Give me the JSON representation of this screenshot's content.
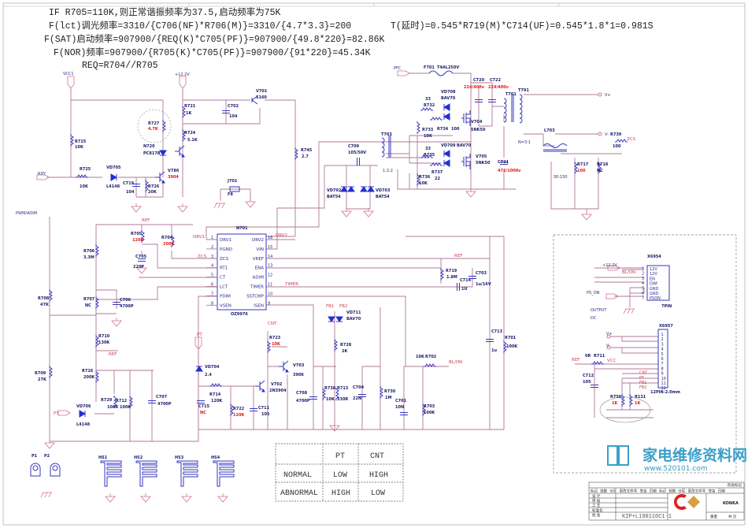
{
  "notes": {
    "line1": "IF R705=110K,则正常谐振频率为37.5,启动频率为75K",
    "line2": "F(lct)调光频率=3310/{C706(NF)*R706(M)}=3310/{4.7*3.3}=200",
    "line3": "F(SAT)启动频率=907900/{REQ(K)*C705(PF)}=907900/{49.8*220}=82.86K",
    "line4": "F(NOR)频率=907900/{R705(K)*C705(PF)}=907900/{91*220}=45.34K",
    "line5": "REQ=R704//R705",
    "delay": "T(延时)=0.545*R719(M)*C714(UF)=0.545*1.8*1=0.981S"
  },
  "nets": {
    "vcc1": "VCC1",
    "v12": "+12.2V",
    "rdy": "RDY",
    "pwm_adim": "PWM/ADIM",
    "pfc": "PFC",
    "vplus": "V+",
    "vminus": "V-",
    "zcs": "ZCS",
    "ref": "REF",
    "drv1": "DRV1",
    "drv2": "DRV2",
    "timer": "TIMER",
    "cnt": "CNT",
    "pt": "PT",
    "bl_on": "BL/ON",
    "fb1": "FB1",
    "fb2": "FB2",
    "ps_on": "PS_ON",
    "vcc": "VCC",
    "output_dc_1": "OUTPUT",
    "output_dc_2": "DC",
    "ratio": "N=3:1",
    "t703_ratio": "1:2:2",
    "l703_ratio": "30:150"
  },
  "components": {
    "R715": {
      "ref": "R715",
      "value": "10K"
    },
    "R725": {
      "ref": "R725",
      "value": "10K"
    },
    "VD705": {
      "ref": "VD705",
      "value": "L4148"
    },
    "C719": {
      "ref": "C719",
      "value": "104"
    },
    "R726": {
      "ref": "R726",
      "value": "20K"
    },
    "R727": {
      "ref": "R727",
      "value": "4.7K"
    },
    "N720": {
      "ref": "N720",
      "value": "PC817B"
    },
    "V786": {
      "ref": "V786",
      "value": "3904"
    },
    "R721": {
      "ref": "R721",
      "value": "1K"
    },
    "R724": {
      "ref": "R724",
      "value": "5.1K"
    },
    "C702": {
      "ref": "C702",
      "value": "104"
    },
    "V701": {
      "ref": "V701",
      "value": "5160"
    },
    "R745": {
      "ref": "R745",
      "value": "2.7"
    },
    "J701": {
      "ref": "J701",
      "value": "F8"
    },
    "N701": {
      "ref": "N701",
      "value": "OZ9976"
    },
    "R708": {
      "ref": "R708",
      "value": "47K"
    },
    "R709": {
      "ref": "R709",
      "value": "27K"
    },
    "R706": {
      "ref": "R706",
      "value": "3.3M"
    },
    "R707": {
      "ref": "R707",
      "value": "NC"
    },
    "C706": {
      "ref": "C706",
      "value": "4700P"
    },
    "R705": {
      "ref": "R705",
      "value": "120K"
    },
    "C705": {
      "ref": "C705",
      "value": "220P"
    },
    "R704": {
      "ref": "R704",
      "value": "200K"
    },
    "R710": {
      "ref": "R710",
      "value": "130K"
    },
    "R716": {
      "ref": "R716",
      "value": "200K"
    },
    "R729": {
      "ref": "R729",
      "value": "100R"
    },
    "R712": {
      "ref": "R712",
      "value": "100K"
    },
    "C707": {
      "ref": "C707",
      "value": "4700P"
    },
    "VD706": {
      "ref": "VD706",
      "value": "L4148"
    },
    "VD704": {
      "ref": "VD704",
      "value": "2.4"
    },
    "R714": {
      "ref": "R714",
      "value": "120K"
    },
    "C715": {
      "ref": "C715",
      "value": "NC"
    },
    "R722": {
      "ref": "R722",
      "value": "120K"
    },
    "C711": {
      "ref": "C711",
      "value": "105"
    },
    "V702": {
      "ref": "V702",
      "value": "2N3904"
    },
    "V703": {
      "ref": "V703",
      "value": "3906"
    },
    "R723": {
      "ref": "R723",
      "value": "10K"
    },
    "VD711": {
      "ref": "VD711",
      "value": "BAV70"
    },
    "R728": {
      "ref": "R728",
      "value": "2K"
    },
    "C708": {
      "ref": "C708",
      "value": "4700P"
    },
    "R738": {
      "ref": "R738",
      "value": "10K"
    },
    "R713": {
      "ref": "R713",
      "value": "330R"
    },
    "C704": {
      "ref": "C704",
      "value": "22N"
    },
    "R730": {
      "ref": "R730",
      "value": "1M"
    },
    "C701": {
      "ref": "C701",
      "value": "10N"
    },
    "R703": {
      "ref": "R703",
      "value": "100K"
    },
    "R702": {
      "ref": "R702",
      "value": "10K"
    },
    "C713": {
      "ref": "C713",
      "value": "1u"
    },
    "R701": {
      "ref": "R701",
      "value": "100K"
    },
    "R719": {
      "ref": "R719",
      "value": "1.8M"
    },
    "C714": {
      "ref": "C714",
      "value": "1U"
    },
    "C703": {
      "ref": "C703",
      "value": "1u/16V"
    },
    "F701": {
      "ref": "F701",
      "value": "T4AL250V"
    },
    "C720": {
      "ref": "C720",
      "value": "224/400v"
    },
    "C722": {
      "ref": "C722",
      "value": "224/400v"
    },
    "T701": {
      "ref": "T701",
      "value": ""
    },
    "T791": {
      "ref": "T791",
      "value": ""
    },
    "VD708": {
      "ref": "VD708",
      "value": "BAV70"
    },
    "VD709": {
      "ref": "VD709",
      "value": "BAV70"
    },
    "R732": {
      "ref": "R732",
      "value": "33"
    },
    "R734": {
      "ref": "R734",
      "value": "100"
    },
    "R733": {
      "ref": "R733",
      "value": "10K"
    },
    "V704": {
      "ref": "V704",
      "value": "5NK50"
    },
    "R735": {
      "ref": "R735",
      "value": "33"
    },
    "R737": {
      "ref": "R737",
      "value": "22"
    },
    "R736": {
      "ref": "R736",
      "value": "10K"
    },
    "V705": {
      "ref": "V705",
      "value": "5NK50"
    },
    "C721": {
      "ref": "C721",
      "value": "472/1000v"
    },
    "T703": {
      "ref": "T703",
      "value": ""
    },
    "C709": {
      "ref": "C709",
      "value": "105/50V"
    },
    "VD702": {
      "ref": "VD702",
      "value": "BAT54"
    },
    "VD703": {
      "ref": "VD703",
      "value": "BAT54"
    },
    "L703": {
      "ref": "L703",
      "value": ""
    },
    "R717": {
      "ref": "R717",
      "value": "100"
    },
    "R718": {
      "ref": "R718",
      "value": "NC"
    },
    "R739": {
      "ref": "R739",
      "value": "100"
    },
    "R711": {
      "ref": "R711",
      "value": "0R"
    },
    "C712": {
      "ref": "C712",
      "value": "105"
    },
    "R758": {
      "ref": "R758",
      "value": "1K"
    },
    "R131": {
      "ref": "R131",
      "value": "1K"
    },
    "P1": {
      "ref": "P1",
      "value": ""
    },
    "P2": {
      "ref": "P2",
      "value": ""
    },
    "HS1": {
      "ref": "HS1",
      "value": ""
    },
    "HS2": {
      "ref": "HS2",
      "value": ""
    },
    "HS3": {
      "ref": "HS3",
      "value": ""
    },
    "HS4": {
      "ref": "HS4",
      "value": ""
    }
  },
  "ic_n701": {
    "left_pins": [
      {
        "num": "1",
        "name": "DRV1"
      },
      {
        "num": "2",
        "name": "PGND"
      },
      {
        "num": "3",
        "name": "ZCS"
      },
      {
        "num": "4",
        "name": "RT1"
      },
      {
        "num": "5",
        "name": "CT"
      },
      {
        "num": "6",
        "name": "LCT"
      },
      {
        "num": "7",
        "name": "PDIM"
      },
      {
        "num": "8",
        "name": "VSEN"
      }
    ],
    "right_pins": [
      {
        "num": "16",
        "name": "DRV2"
      },
      {
        "num": "15",
        "name": "VIN"
      },
      {
        "num": "14",
        "name": "VREF"
      },
      {
        "num": "13",
        "name": "ENA"
      },
      {
        "num": "12",
        "name": "ADIM"
      },
      {
        "num": "11",
        "name": "TIMER"
      },
      {
        "num": "10",
        "name": "SSTCMP"
      },
      {
        "num": "9",
        "name": "ISEN"
      }
    ]
  },
  "x6954": {
    "ref": "X6954",
    "note": "7PIN",
    "pins": [
      {
        "num": "1",
        "name": "12V"
      },
      {
        "num": "2",
        "name": "12V"
      },
      {
        "num": "3",
        "name": "EN"
      },
      {
        "num": "4",
        "name": "DIM"
      },
      {
        "num": "5",
        "name": "GND"
      },
      {
        "num": "6",
        "name": "GND"
      },
      {
        "num": "7",
        "name": "PSON"
      }
    ]
  },
  "x6957": {
    "ref": "X6957",
    "note": "12PIN-2.0mm",
    "pins": [
      "1",
      "2",
      "3",
      "4",
      "5",
      "6",
      "7",
      "8",
      "9",
      "10",
      "11",
      "12"
    ],
    "net_labels": [
      "",
      "",
      "",
      "",
      "",
      "",
      "",
      "",
      "CNT",
      "PT",
      "FB1",
      "FB2"
    ]
  },
  "table": {
    "headers": [
      "",
      "PT",
      "CNT"
    ],
    "rows": [
      [
        "NORMAL",
        "LOW",
        "HIGH"
      ],
      [
        "ABNORMAL",
        "HIGH",
        "LOW"
      ]
    ]
  },
  "title_block": {
    "drawing_no": "KIP+L190110C1-1",
    "brand": "KONKA",
    "header_cells": [
      "标记",
      "处数",
      "分区",
      "更改文件号",
      "签名",
      "日期",
      "标记",
      "处数",
      "分区",
      "更改文件号",
      "签名",
      "日期"
    ],
    "row_labels": [
      "设 计",
      "审 核",
      "工 艺",
      "标准化",
      "批 准"
    ],
    "right_labels": [
      "阶段标记",
      "重量",
      "比例",
      "共 页",
      "第 页"
    ]
  },
  "watermark": {
    "text": "家电维修资料网",
    "url": "www.520101.com"
  },
  "colors": {
    "wire": "#b07898",
    "symbol": "#3636c0",
    "value_highlight": "#e01818",
    "net_label": "#d04050",
    "watermark": "#3aa0c8",
    "brand_red": "#e02020",
    "brand_gold": "#d8a040"
  }
}
